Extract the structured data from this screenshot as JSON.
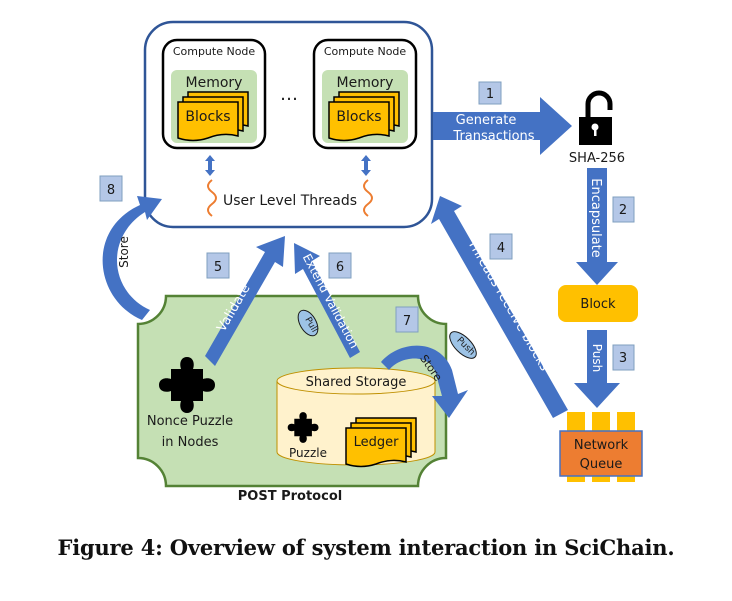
{
  "caption": "Figure 4: Overview of system interaction in SciChain.",
  "colors": {
    "arrow_blue": "#4472C4",
    "step_badge": "#B4C7E7",
    "green_panel": "#C5E0B4",
    "green_border": "#548235",
    "orange_block": "#FFC000",
    "network_orange": "#ED7D31",
    "storage_fill": "#FFF2CC",
    "thread_orange": "#ED7D31"
  },
  "compute_cluster": {
    "nodes": [
      {
        "title": "Compute Node",
        "memory_label": "Memory",
        "blocks_label": "Blocks"
      },
      {
        "title": "Compute Node",
        "memory_label": "Memory",
        "blocks_label": "Blocks"
      }
    ],
    "ellipsis": "…",
    "threads_label": "User Level Threads"
  },
  "lock": {
    "label": "SHA-256",
    "icon": "unlocked-padlock-icon"
  },
  "block": {
    "label": "Block"
  },
  "network_queue": {
    "line1": "Network",
    "line2": "Queue"
  },
  "post_protocol": {
    "title": "POST Protocol",
    "nonce_line1": "Nonce Puzzle",
    "nonce_line2": "in Nodes",
    "storage_title": "Shared Storage",
    "puzzle_label": "Puzzle",
    "ledger_label": "Ledger"
  },
  "steps": [
    {
      "number": "1",
      "label_line1": "Generate",
      "label_line2": "Transactions"
    },
    {
      "number": "2",
      "label": "Encapsulate"
    },
    {
      "number": "3",
      "label": "Push"
    },
    {
      "number": "4",
      "label": "Threads receive blocks"
    },
    {
      "number": "5",
      "label": "Validate"
    },
    {
      "number": "6",
      "label": "Extend Validation",
      "tag": "Pull"
    },
    {
      "number": "7",
      "label": "Store",
      "tag": "Push"
    },
    {
      "number": "8",
      "label": "Store"
    }
  ]
}
